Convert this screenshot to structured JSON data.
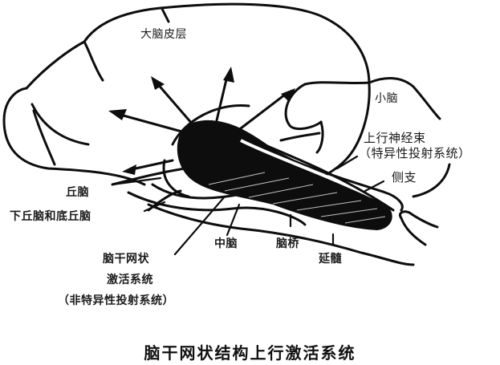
{
  "diagram": {
    "title": "脑干网状结构上行激活系统",
    "labels": {
      "cerebral_cortex": "大脑皮层",
      "cerebellum": "小脑",
      "ascending_tract": "上行神经束",
      "specific_projection": "（特异性投射系统）",
      "collateral": "侧支",
      "thalamus": "丘脑",
      "hypothalamus_subthalamus": "下丘脑和底丘脑",
      "midbrain": "中脑",
      "pons": "脑桥",
      "medulla": "延髓",
      "rf_line1": "脑干网状",
      "rf_line2": "激活系统",
      "nonspecific_projection": "（非特异性投射系统）"
    },
    "colors": {
      "ink": "#0d0d0d",
      "background": "#ffffff"
    }
  }
}
